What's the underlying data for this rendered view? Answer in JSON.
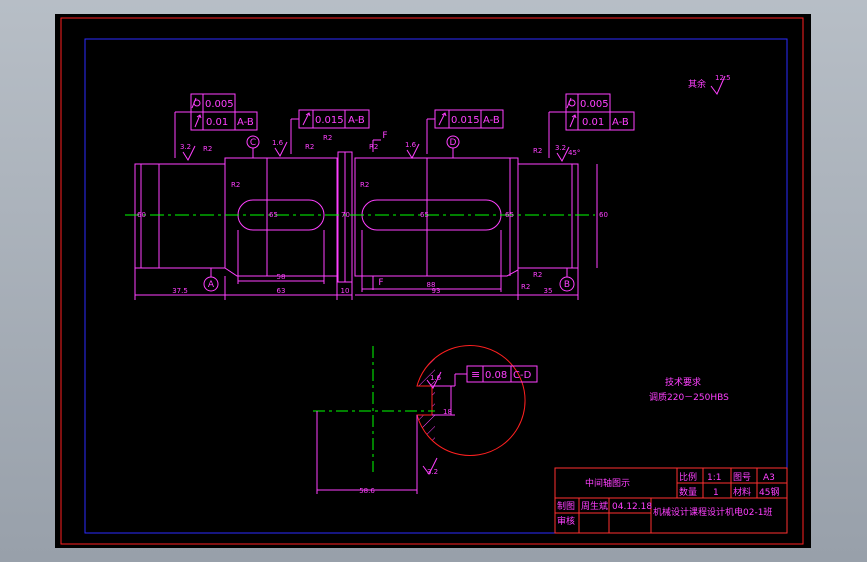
{
  "drawing": {
    "colors": {
      "background": "#000000",
      "frame_outer": "#ff2020",
      "frame_inner": "#2b2bff",
      "outline": "#ff40ff",
      "centerline": "#00ff00",
      "hatch": "#ff40ff",
      "annotation": "#ff40ff",
      "title_block": "#ff3030"
    },
    "shaft_view": {
      "gtol_left": {
        "row1_value": "0.005",
        "row2_value": "0.01",
        "row2_datum": "A-B"
      },
      "gtol_mid_left": {
        "value": "0.015",
        "datum": "A-B"
      },
      "gtol_mid_right": {
        "value": "0.015",
        "datum": "A-B"
      },
      "gtol_right": {
        "row1_value": "0.005",
        "row2_value": "0.01",
        "row2_datum": "A-B"
      },
      "datum_labels": {
        "a": "A",
        "b": "B",
        "c": "C",
        "d": "D"
      },
      "section_marks": {
        "left": "F",
        "right": "F"
      },
      "roughness": {
        "left": "3.2",
        "left_mid": "1.6",
        "right_mid": "1.6",
        "right": "3.2"
      },
      "angle_label": "45°",
      "radius_labels": {
        "r1": "R2",
        "r2": "R2",
        "r3": "R2",
        "r4": "R2",
        "r5": "R2",
        "r6": "R2",
        "r7": "R2",
        "r8": "R2",
        "r9": "R2"
      },
      "diameters": {
        "left_end": "60",
        "left_key": "65",
        "collar": "70",
        "right_key": "65",
        "right_mid": "65",
        "right_end": "60"
      },
      "lengths": {
        "d1": "37.5",
        "d2": "58",
        "d3": "63",
        "d4": "10",
        "d5": "88",
        "d6": "93",
        "d7": "35"
      }
    },
    "section_view": {
      "gtol": {
        "symbol": "≡",
        "value": "0.08",
        "datum": "C-D"
      },
      "roughness_top": "1.6",
      "roughness_bottom": "3.2",
      "key_depth": "18",
      "width_dim": "58.6"
    },
    "notes": {
      "surface_rest": "其余",
      "surface_rest_value": "12.5",
      "tech_title": "技术要求",
      "tech_line1": "调质220－250HBS"
    },
    "title_block": {
      "title": "中间轴图示",
      "scale_label": "比例",
      "scale_value": "1:1",
      "sheet_label": "图号",
      "sheet_value": "A3",
      "qty_label": "数量",
      "qty_value": "1",
      "material_label": "材料",
      "material_value": "45钢",
      "drawn_label": "制图",
      "drawn_name": "周生斌",
      "date": "04.12.18",
      "check_label": "审核",
      "course": "机械设计课程设计机电02-1班"
    }
  }
}
